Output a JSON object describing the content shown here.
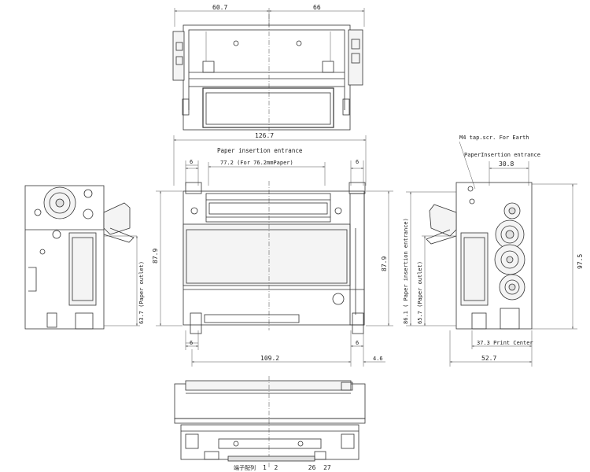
{
  "top_view": {
    "dim_left": "60.7",
    "dim_right": "66"
  },
  "front_view": {
    "dim_width": "126.7",
    "paper_insertion_entrance": "Paper insertion entrance",
    "paper_width": "77.2 (For 76.2mmPaper)",
    "dim_side_left": "6",
    "dim_side_right": "6",
    "dim_height_left": "87.9",
    "dim_height_right": "87.9",
    "dim_bottom_left": "6",
    "dim_bottom_right": "6",
    "dim_base": "109.2",
    "dim_offset": "4.6"
  },
  "left_view": {
    "paper_outlet": "63.7 (Paper outlet)"
  },
  "right_view": {
    "earth_note": "M4 tap.scr. For Earth",
    "paper_insertion_entrance": "PaperInsertion entrance",
    "dim_entrance": "30.8",
    "paper_insertion_vertical": "86.1 ( Paper insertion entrance)",
    "paper_outlet": "65.7 (Paper outlet)",
    "dim_height": "97.5",
    "print_center": "37.3 Print Center",
    "dim_width": "52.7"
  },
  "bottom_view": {
    "terminal_label": "端子配列",
    "terminal_numbers": "1  2        26  27"
  }
}
